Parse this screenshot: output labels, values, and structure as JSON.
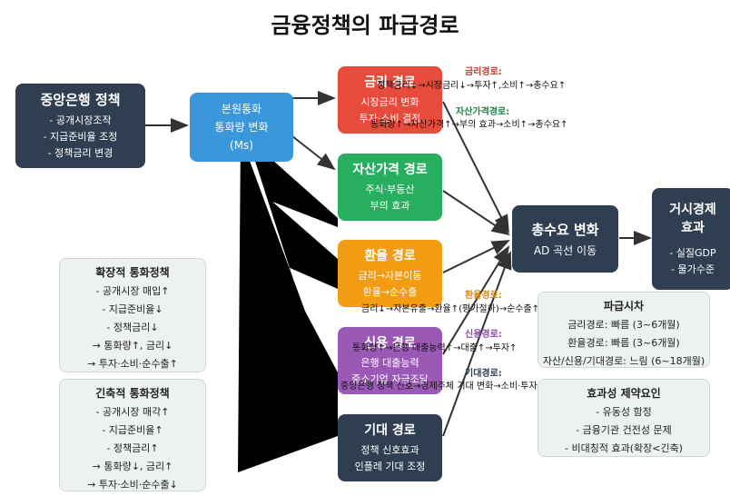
{
  "title": "금융정책의 파급경로",
  "central_bank": {
    "title": "중앙은행 정책",
    "items": [
      "- 공개시장조작",
      "- 지급준비율 조정",
      "- 정책금리 변경"
    ]
  },
  "money": {
    "lines": [
      "본원통화",
      "통화량 변화",
      "(Ms)"
    ]
  },
  "channels": {
    "interest": {
      "title": "금리 경로",
      "lines": [
        "시장금리 변화",
        "투자·소비 결정"
      ]
    },
    "asset": {
      "title": "자산가격 경로",
      "lines": [
        "주식·부동산",
        "부의 효과"
      ]
    },
    "exchange": {
      "title": "환율 경로",
      "lines": [
        "금리→자본이동",
        "환율→순수출"
      ]
    },
    "credit": {
      "title": "신용 경로",
      "lines": [
        "은행 대출능력",
        "중소기업 자금조달"
      ]
    },
    "expect": {
      "title": "기대 경로",
      "lines": [
        "정책 신호효과",
        "인플레 기대 조정"
      ]
    }
  },
  "ad": {
    "title": "총수요 변화",
    "line": "AD 곡선 이동"
  },
  "macro": {
    "title": "거시경제",
    "title2": "효과",
    "items": [
      "- 실질GDP",
      "- 물가수준"
    ]
  },
  "annotations": {
    "interest": {
      "title": "금리경로:",
      "desc": "정책금리↓→시장금리↓→투자↑,소비↑→총수요↑",
      "color": "#c0392b"
    },
    "asset": {
      "title": "자산가격경로:",
      "desc": "통화량↑→자산가격↑→부의 효과→소비↑→총수요↑",
      "color": "#1e8449"
    },
    "exchange": {
      "title": "환율경로:",
      "desc": "금리↓→자본유출→환율↑(평가절하)→순수출↑",
      "color": "#d68910"
    },
    "credit": {
      "title": "신용경로:",
      "desc": "통화량↑→은행 대출능력↑→대출↑→투자↑",
      "color": "#8e44ad"
    },
    "expect": {
      "title": "기대경로:",
      "desc": "중앙은행 정책 신호→경제주체 기대 변화→소비·투자",
      "color": "#2c3e50"
    }
  },
  "expansion": {
    "title": "확장적 통화정책",
    "items": [
      "- 공개시장 매입↑",
      "- 지급준비율↓",
      "- 정책금리↓",
      "→ 통화량↑, 금리↓",
      "→ 투자·소비·순수출↑"
    ]
  },
  "contraction": {
    "title": "긴축적 통화정책",
    "items": [
      "- 공개시장 매각↑",
      "- 지급준비율↑",
      "- 정책금리↑",
      "→ 통화량↓, 금리↑",
      "→ 투자·소비·순수출↓"
    ]
  },
  "lag": {
    "title": "파급시차",
    "items": [
      "금리경로: 빠름 (3~6개월)",
      "환율경로: 빠름 (3~6개월)",
      "자산/신용/기대경로: 느림 (6~18개월)"
    ]
  },
  "limits": {
    "title": "효과성 제약요인",
    "items": [
      "- 유동성 함정",
      "- 금융기관 건전성 문제",
      "- 비대칭적 효과(확장<긴축)"
    ]
  }
}
